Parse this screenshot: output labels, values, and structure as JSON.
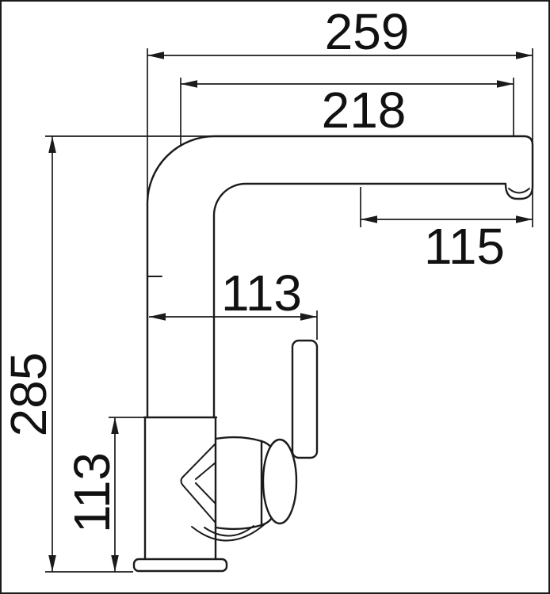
{
  "drawing": {
    "background": "#ffffff",
    "line_color": "#1b1b1b"
  },
  "labels": {
    "reach_total": "259",
    "reach_spout": "218",
    "reach_outlet": "115",
    "reach_handle": "113",
    "height_total": "285",
    "height_body": "113"
  }
}
